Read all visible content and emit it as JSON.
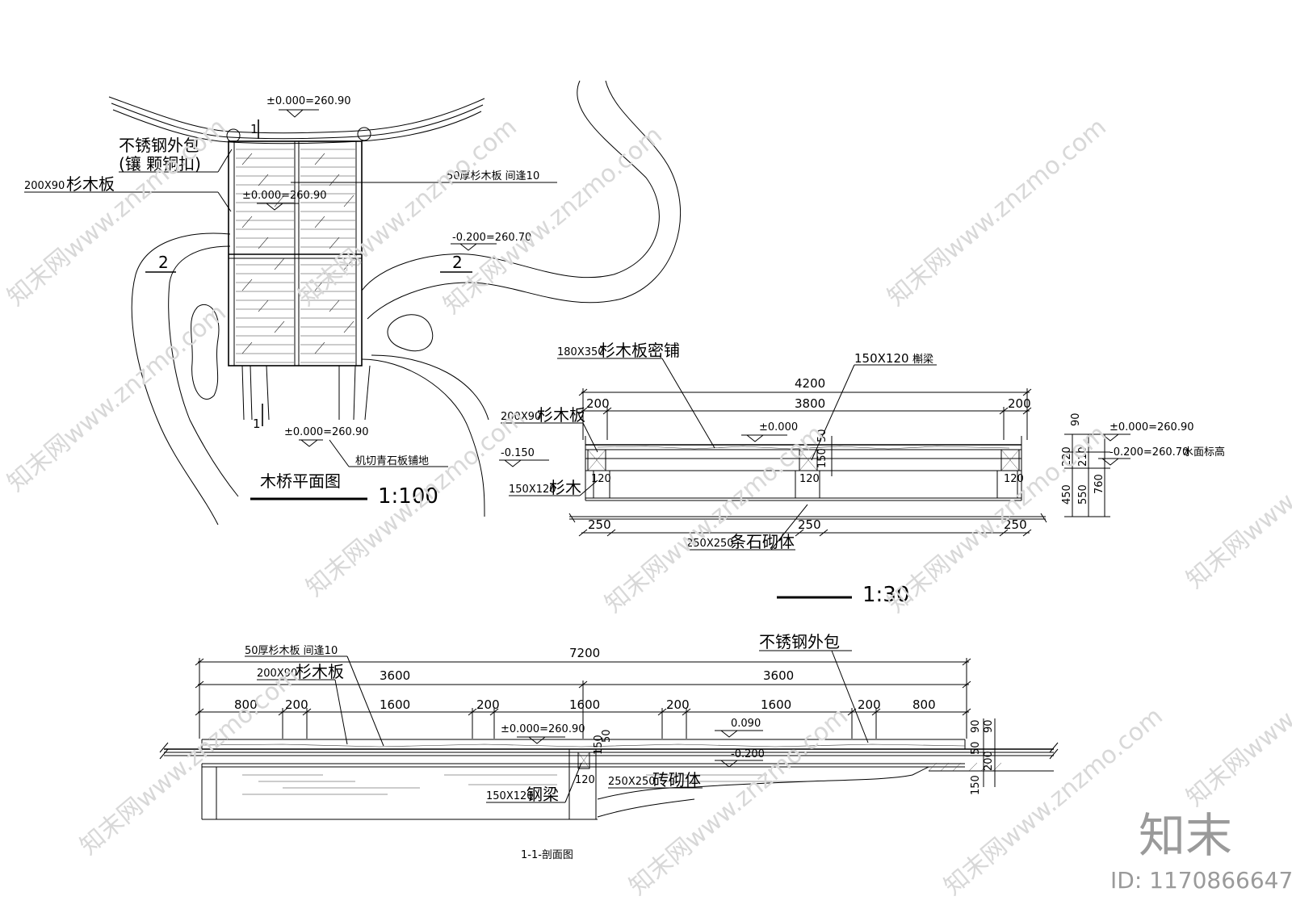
{
  "plan": {
    "title": "木桥平面图",
    "scale": "1:100",
    "elev_top": "±0.000=260.90",
    "elev_mid": "±0.000=260.90",
    "elev_bottom": "±0.000=260.90",
    "elev_water": "-0.200=260.70",
    "label_steel_1": "不锈钢外包",
    "label_steel_2": "(镶 颗铜扣)",
    "label_board_size": "200X90",
    "label_board_name": "杉木板",
    "label_plank": "50厚杉木板 间逢10",
    "label_paving": "机切青石板铺地",
    "section_1_top": "1",
    "section_1_bottom": "1",
    "section_2_left": "2",
    "section_2_right": "2"
  },
  "section2": {
    "scale": "1:30",
    "lbl_deck_size": "180X350",
    "lbl_deck_name": "杉木板密铺",
    "lbl_beam_size": "150X120",
    "lbl_beam_name": "槲梁",
    "lbl_board_size": "200X90",
    "lbl_board_name": "杉木板",
    "lbl_minus": "-0.150",
    "lbl_wood_size": "150X120",
    "lbl_wood_name": "杉木",
    "lbl_stone_size": "250X250",
    "lbl_stone_name": "条石砌体",
    "dim_4200": "4200",
    "dim_3800": "3800",
    "dim_200_l": "200",
    "dim_200_r": "200",
    "dim_50": "50",
    "dim_150": "150",
    "dim_120_l": "120",
    "dim_120_m": "120",
    "dim_120_r": "120",
    "dim_250_l": "250",
    "dim_250_m": "250",
    "dim_250_r": "250",
    "elev_zero": "±0.000",
    "elev_top": "±0.000=260.90",
    "elev_water": "-0.200=260.70",
    "water_label": "水面标高",
    "dim_90": "90",
    "dim_220": "220",
    "dim_210": "210",
    "dim_450": "450",
    "dim_550": "550",
    "dim_760": "760"
  },
  "section1": {
    "title": "1-1-剖面图",
    "lbl_plank": "50厚杉木板 间逢10",
    "lbl_board_size": "200X90",
    "lbl_board_name": "杉木板",
    "lbl_steel": "不锈钢外包",
    "lbl_beam_size": "150X120",
    "lbl_beam_name": "钢梁",
    "lbl_brick_size": "250X250",
    "lbl_brick_name": "砖砌体",
    "elev_zero": "±0.000=260.90",
    "elev_090": "0.090",
    "elev_minus": "-0.200",
    "dim_7200": "7200",
    "dim_3600_l": "3600",
    "dim_3600_r": "3600",
    "dim_800_l": "800",
    "dim_200_a": "200",
    "dim_1600_a": "1600",
    "dim_200_b": "200",
    "dim_1600_b": "1600",
    "dim_200_c": "200",
    "dim_1600_c": "1600",
    "dim_200_d": "200",
    "dim_800_r": "800",
    "dim_150": "150",
    "dim_50": "50",
    "dim_120": "120",
    "dim_90_a": "90",
    "dim_90_b": "90",
    "dim_50_r": "50",
    "dim_200_r": "200",
    "dim_150_r": "150"
  },
  "watermark": {
    "text": "知末网www.znzmo.com",
    "logo": "知末",
    "id": "ID: 1170866647"
  }
}
